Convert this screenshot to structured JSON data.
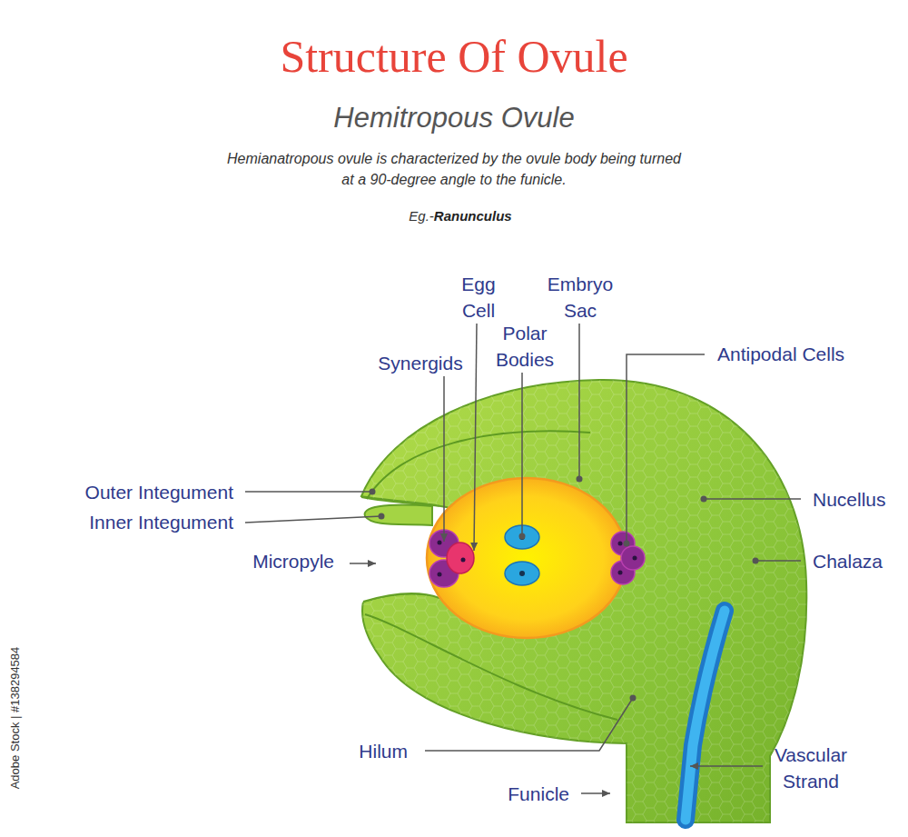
{
  "diagram": {
    "title": "Structure Of Ovule",
    "caption": "Hemianatropous ovule is characterized by the ovule body being turned at a 90-degree angle to the funicle.",
    "labels": [
      "Hemitropous Ovule",
      "Eg.-",
      "Ranunculus",
      "Egg Cell",
      "Embryo Sac",
      "Polar Bodies",
      "Synergids",
      "Antipodal Cells",
      "Outer Integument",
      "Inner Integument",
      "Micropyle",
      "Nucellus",
      "Chalaza",
      "Hilum",
      "Vascular Strand",
      "Funicle",
      "Adobe Stock | #138294584"
    ]
  }
}
